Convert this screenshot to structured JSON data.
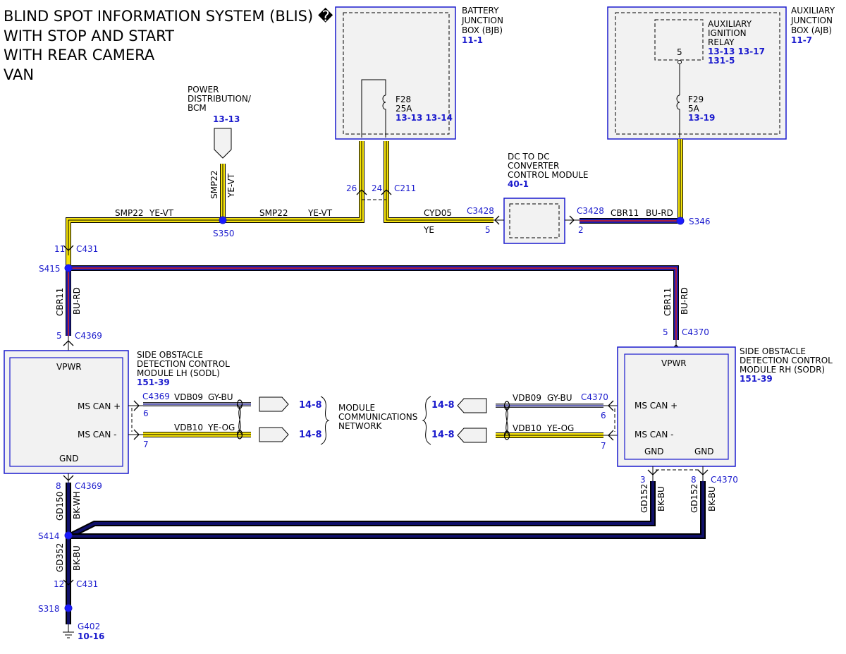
{
  "title": {
    "line1": "BLIND SPOT INFORMATION SYSTEM (BLIS) �",
    "line2": "WITH STOP AND START",
    "line3": "WITH REAR CAMERA",
    "line4": "VAN"
  },
  "bjb": {
    "name1": "BATTERY",
    "name2": "JUNCTION",
    "name3": "BOX (BJB)",
    "ref": "11-1",
    "fuse": "F28",
    "amps": "25A",
    "fuse_ref": "13-13 13-14",
    "pin_a": "26",
    "pin_b": "24",
    "connector": "C211"
  },
  "ajb": {
    "name1": "AUXILIARY",
    "name2": "JUNCTION",
    "name3": "BOX (AJB)",
    "ref": "11-7",
    "relay1": "AUXILIARY",
    "relay2": "IGNITION",
    "relay3": "RELAY",
    "relay_pin": "5",
    "relay_ref1": "13-13 13-17",
    "relay_ref2": "131-5",
    "fuse": "F29",
    "amps": "5A",
    "fuse_ref": "13-19"
  },
  "pdb": {
    "name1": "POWER",
    "name2": "DISTRIBUTION/",
    "name3": "BCM",
    "ref": "13-13",
    "circuit": "SMP22",
    "color": "YE-VT",
    "splice": "S350"
  },
  "top_wire": {
    "circuit_l": "SMP22",
    "color_l": "YE-VT",
    "circuit_r": "SMP22",
    "color_r": "YE-VT"
  },
  "dcdc": {
    "name1": "DC TO DC",
    "name2": "CONVERTER",
    "name3": "CONTROL MODULE",
    "ref": "40-1",
    "conn_l": "C3428",
    "pin_l": "5",
    "circuit_l": "CYD05",
    "color_l": "YE",
    "conn_r": "C3428",
    "pin_r": "2",
    "circuit_r": "CBR11",
    "color_r": "BU-RD",
    "splice_r": "S346"
  },
  "left_feed": {
    "pin": "11",
    "connector": "C431",
    "splice": "S415",
    "circuit": "CBR11",
    "color": "BU-RD",
    "pin2": "5",
    "connector2": "C4369"
  },
  "right_feed": {
    "circuit": "CBR11",
    "color": "BU-RD",
    "pin": "5",
    "connector": "C4370"
  },
  "sodl": {
    "name1": "SIDE OBSTACLE",
    "name2": "DETECTION CONTROL",
    "name3": "MODULE LH (SODL)",
    "ref": "151-39",
    "vpwr": "VPWR",
    "can_p": "MS CAN +",
    "can_n": "MS CAN -",
    "gnd": "GND",
    "conn": "C4369",
    "pin_p": "6",
    "pin_n": "7",
    "wire_p": "VDB09",
    "color_p": "GY-BU",
    "wire_n": "VDB10",
    "color_n": "YE-OG",
    "dest_p": "14-8",
    "dest_n": "14-8"
  },
  "sodr": {
    "name1": "SIDE OBSTACLE",
    "name2": "DETECTION CONTROL",
    "name3": "MODULE RH (SODR)",
    "ref": "151-39",
    "vpwr": "VPWR",
    "can_p": "MS CAN +",
    "can_n": "MS CAN -",
    "gnd1": "GND",
    "gnd2": "GND",
    "conn": "C4370",
    "pin_p": "6",
    "pin_n": "7",
    "wire_p": "VDB09",
    "color_p": "GY-BU",
    "wire_n": "VDB10",
    "color_n": "YE-OG",
    "dest_p": "14-8",
    "dest_n": "14-8",
    "gnd_pin1": "3",
    "gnd_pin2": "8",
    "gnd_conn": "C4370",
    "gnd_circuit1": "GD152",
    "gnd_color1": "BK-BU",
    "gnd_circuit2": "GD152",
    "gnd_color2": "BK-BU"
  },
  "network": {
    "line1": "MODULE",
    "line2": "COMMUNICATIONS",
    "line3": "NETWORK"
  },
  "ground": {
    "pin": "8",
    "connector": "C4369",
    "circuit1": "GD150",
    "color1": "BK-WH",
    "splice1": "S414",
    "circuit2": "GD352",
    "color2": "BK-BU",
    "pin2": "12",
    "connector2": "C431",
    "splice2": "S318",
    "ground_id": "G402",
    "ground_ref": "10-16"
  },
  "colors": {
    "blue_text": "#1a1acd",
    "yellow": "#f5e20a",
    "blue_wire": "#1a1aa8",
    "red_stripe": "#d92020"
  }
}
